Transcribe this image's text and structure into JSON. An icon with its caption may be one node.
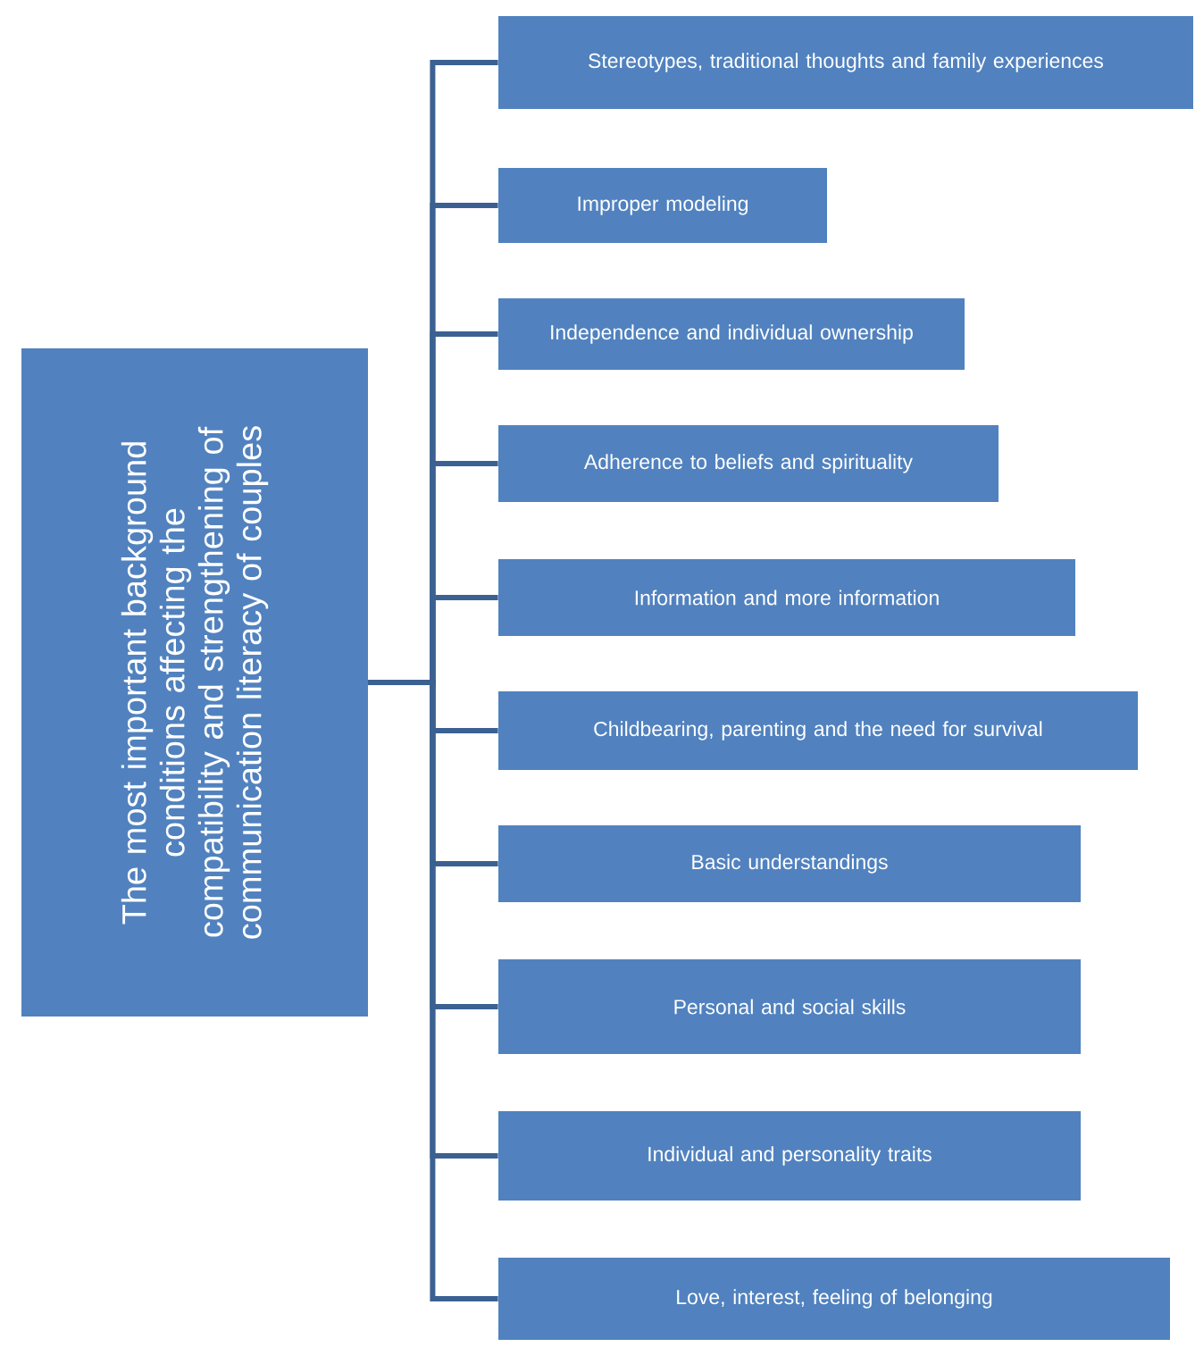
{
  "diagram": {
    "nodes": [
      {
        "text": [
          "The most important background conditions affecting the compatibility and strengthening of communication literacy of couples"
        ]
      },
      {
        "text": [
          "Stereotypes, traditional thoughts and family experiences"
        ]
      },
      {
        "text": [
          "Improper modeling"
        ]
      },
      {
        "text": [
          "Independence and individual ownership"
        ]
      },
      {
        "text": [
          "Adherence to beliefs and spirituality"
        ]
      },
      {
        "text": [
          "Information and more information"
        ]
      },
      {
        "text": [
          "Childbearing, parenting and the need for survival"
        ]
      },
      {
        "text": [
          "Basic understandings"
        ]
      },
      {
        "text": [
          "Personal and social skills"
        ]
      },
      {
        "text": [
          "Individual and personality traits"
        ]
      },
      {
        "text": [
          "Love, interest, feeling of belonging"
        ]
      }
    ],
    "edges": [
      {
        "from": 0,
        "to": 1,
        "arrow": "none"
      },
      {
        "from": 0,
        "to": 2,
        "arrow": "none"
      },
      {
        "from": 0,
        "to": 3,
        "arrow": "none"
      },
      {
        "from": 0,
        "to": 4,
        "arrow": "none"
      },
      {
        "from": 0,
        "to": 5,
        "arrow": "none"
      },
      {
        "from": 0,
        "to": 6,
        "arrow": "none"
      },
      {
        "from": 0,
        "to": 7,
        "arrow": "none"
      },
      {
        "from": 0,
        "to": 8,
        "arrow": "none"
      },
      {
        "from": 0,
        "to": 9,
        "arrow": "none"
      },
      {
        "from": 0,
        "to": 10,
        "arrow": "none"
      }
    ]
  }
}
